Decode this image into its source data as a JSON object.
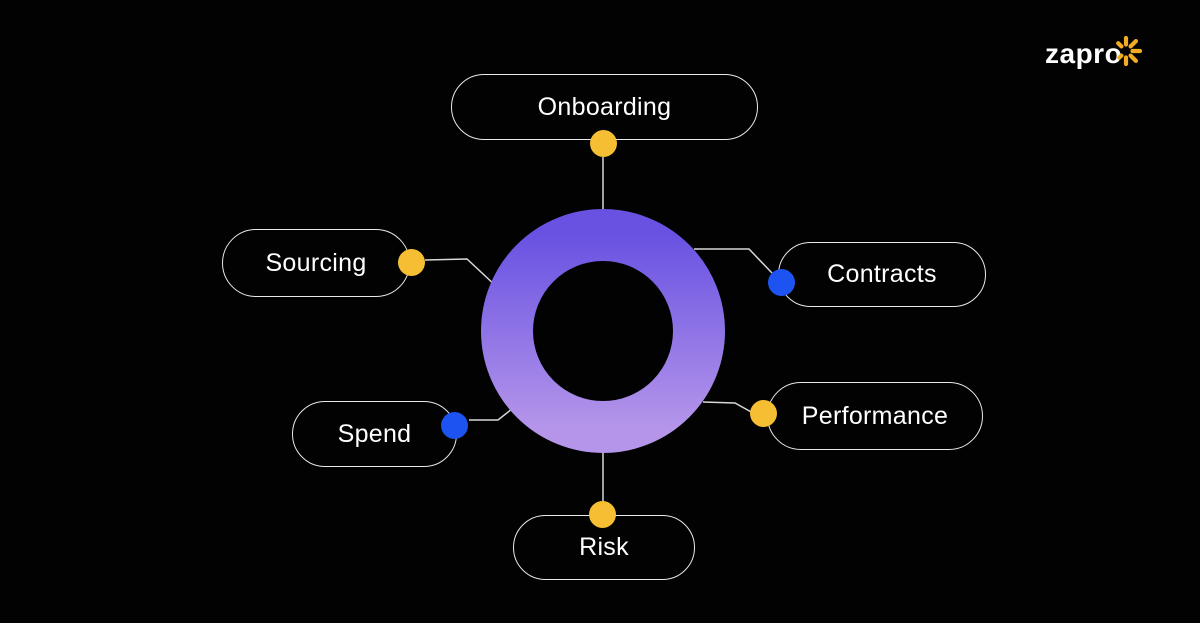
{
  "brand": {
    "name": "zapro"
  },
  "colors": {
    "background": "#020202",
    "ring_gradient_top": "#6952E2",
    "ring_gradient_bottom": "#B495EA",
    "connector": "#D8D8D8",
    "pill_border": "#E9E9E9",
    "pill_text": "#FFFFFF",
    "sparkle": "#F2AC21"
  },
  "diagram": {
    "center_shape": "donut-ring",
    "nodes": [
      {
        "label": "Onboarding",
        "position": "top",
        "dot_color": "#F5BE33"
      },
      {
        "label": "Sourcing",
        "position": "upper-left",
        "dot_color": "#F5BE33"
      },
      {
        "label": "Contracts",
        "position": "upper-right",
        "dot_color": "#1D53F0"
      },
      {
        "label": "Spend",
        "position": "lower-left",
        "dot_color": "#1D53F0"
      },
      {
        "label": "Performance",
        "position": "lower-right",
        "dot_color": "#F5BE33"
      },
      {
        "label": "Risk",
        "position": "bottom",
        "dot_color": "#F5BE33"
      }
    ]
  }
}
